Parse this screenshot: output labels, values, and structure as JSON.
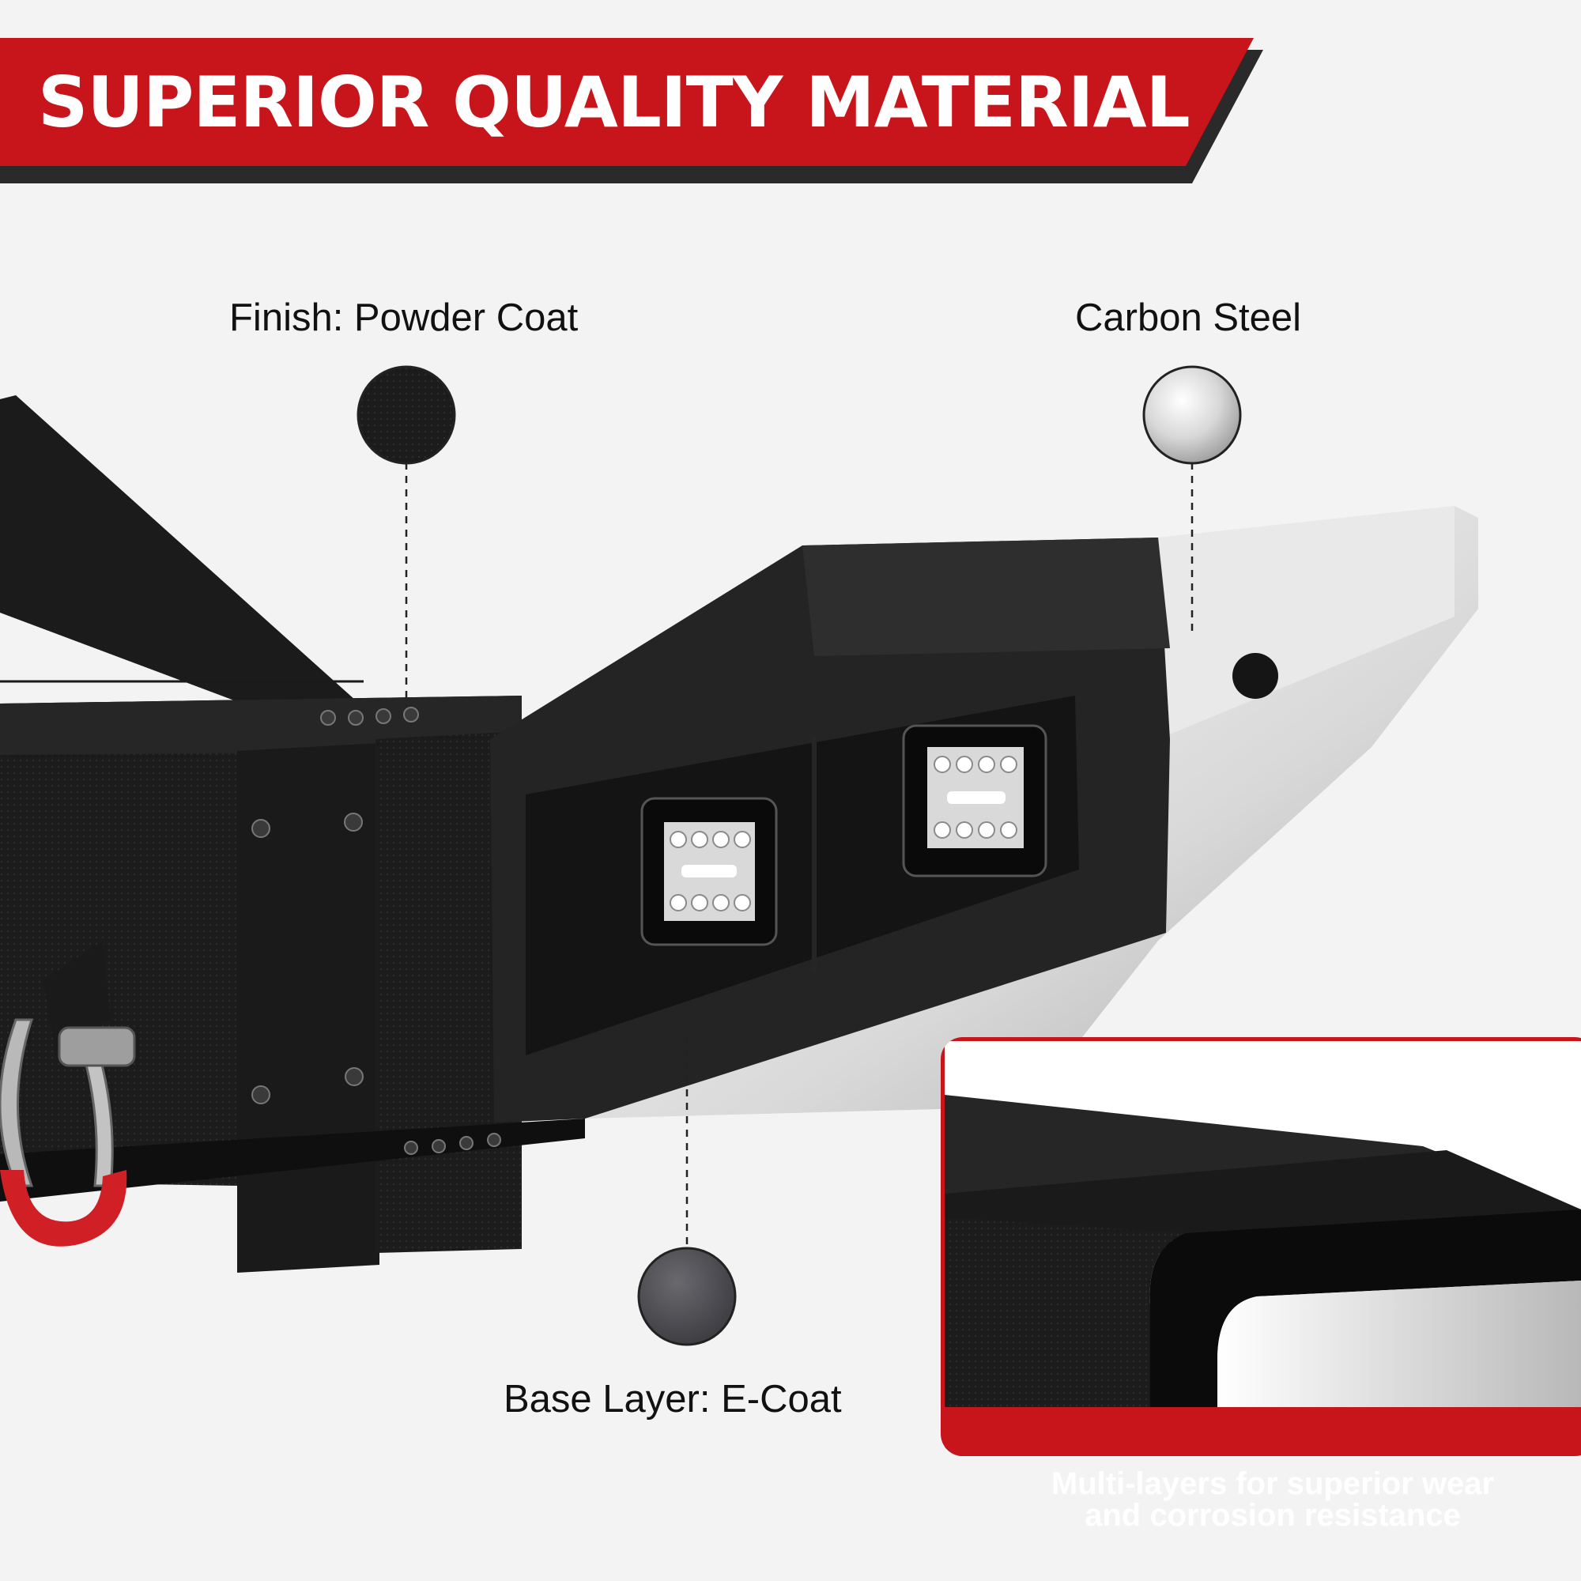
{
  "header": {
    "title": "SUPERIOR QUALITY MATERIAL"
  },
  "callouts": {
    "finish": "Finish: Powder Coat",
    "material": "Carbon Steel",
    "base": "Base Layer: E-Coat"
  },
  "inset": {
    "caption_line1": "Multi-layers for superior wear",
    "caption_line2": "and corrosion resistance"
  },
  "colors": {
    "accent_red": "#c8141b",
    "banner_shadow": "#2a2a2a",
    "powder_coat": "#1e1e1e",
    "ecoat": "#55545a",
    "steel": "#d6d6d6",
    "shackle_red": "#d01f25"
  },
  "icons": [
    "powder-coat-swatch-icon",
    "carbon-steel-swatch-icon",
    "ecoat-swatch-icon",
    "led-light-icon",
    "d-ring-shackle-icon"
  ]
}
